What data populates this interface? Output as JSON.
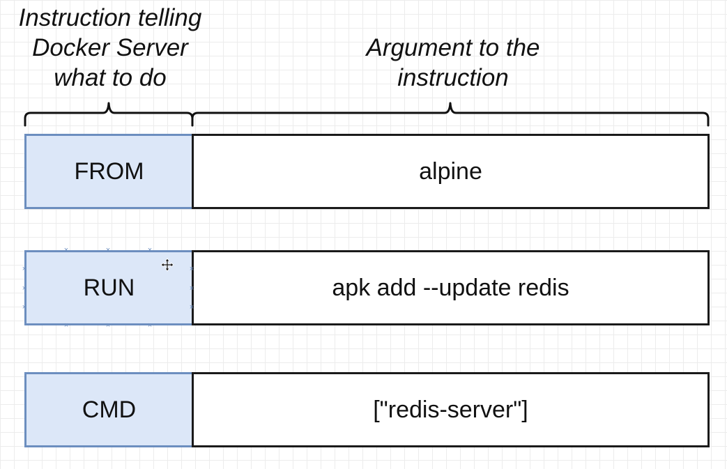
{
  "annotations": {
    "instruction_caption": "Instruction telling\nDocker Server\nwhat to do",
    "argument_caption": "Argument to the\ninstruction"
  },
  "rows": [
    {
      "instruction": "FROM",
      "argument": "alpine"
    },
    {
      "instruction": "RUN",
      "argument": "apk add --update redis"
    },
    {
      "instruction": "CMD",
      "argument": "[\"redis-server\"]"
    }
  ],
  "colors": {
    "instruction_fill": "#dce7f8",
    "instruction_border": "#6c8ebf",
    "argument_border": "#1a1a1a"
  },
  "icons": [
    "move-cursor-icon",
    "selection-handle-icon"
  ]
}
